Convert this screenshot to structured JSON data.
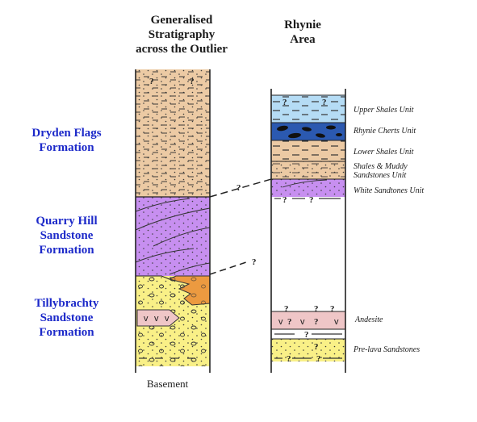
{
  "headings": {
    "left": [
      "Generalised",
      "Stratigraphy",
      "across the Outlier"
    ],
    "right": [
      "Rhynie",
      "Area"
    ]
  },
  "formations": [
    {
      "id": "dryden",
      "lines": [
        "Dryden Flags",
        "Formation"
      ]
    },
    {
      "id": "quarry",
      "lines": [
        "Quarry Hill",
        "Sandstone",
        "Formation"
      ]
    },
    {
      "id": "tilly",
      "lines": [
        "Tillybrachty",
        "Sandstone",
        "Formation"
      ]
    }
  ],
  "basement_label": "Basement",
  "rhynie_units": [
    {
      "label": [
        "Upper Shales Unit"
      ]
    },
    {
      "label": [
        "Rhynie Cherts Unit"
      ]
    },
    {
      "label": [
        "Lower Shales Unit"
      ]
    },
    {
      "label": [
        "Shales & Muddy",
        "Sandstones Unit"
      ]
    },
    {
      "label": [
        "White Sandtones Unit"
      ]
    },
    {
      "label": [
        "Andesite"
      ]
    },
    {
      "label": [
        "Pre-lava Sandstones"
      ]
    }
  ],
  "question_mark": "?",
  "volcanic_symbol": "v",
  "colors": {
    "flags": "#eccaa4",
    "purple": "#c78ff0",
    "yellow": "#f9f087",
    "orange": "#ec9a40",
    "pink": "#efc6c7",
    "blue_light": "#b5dcf5",
    "chert_blue": "#2b59b0",
    "heading": "#1a1a1a",
    "formation_text": "#1c29c9"
  }
}
